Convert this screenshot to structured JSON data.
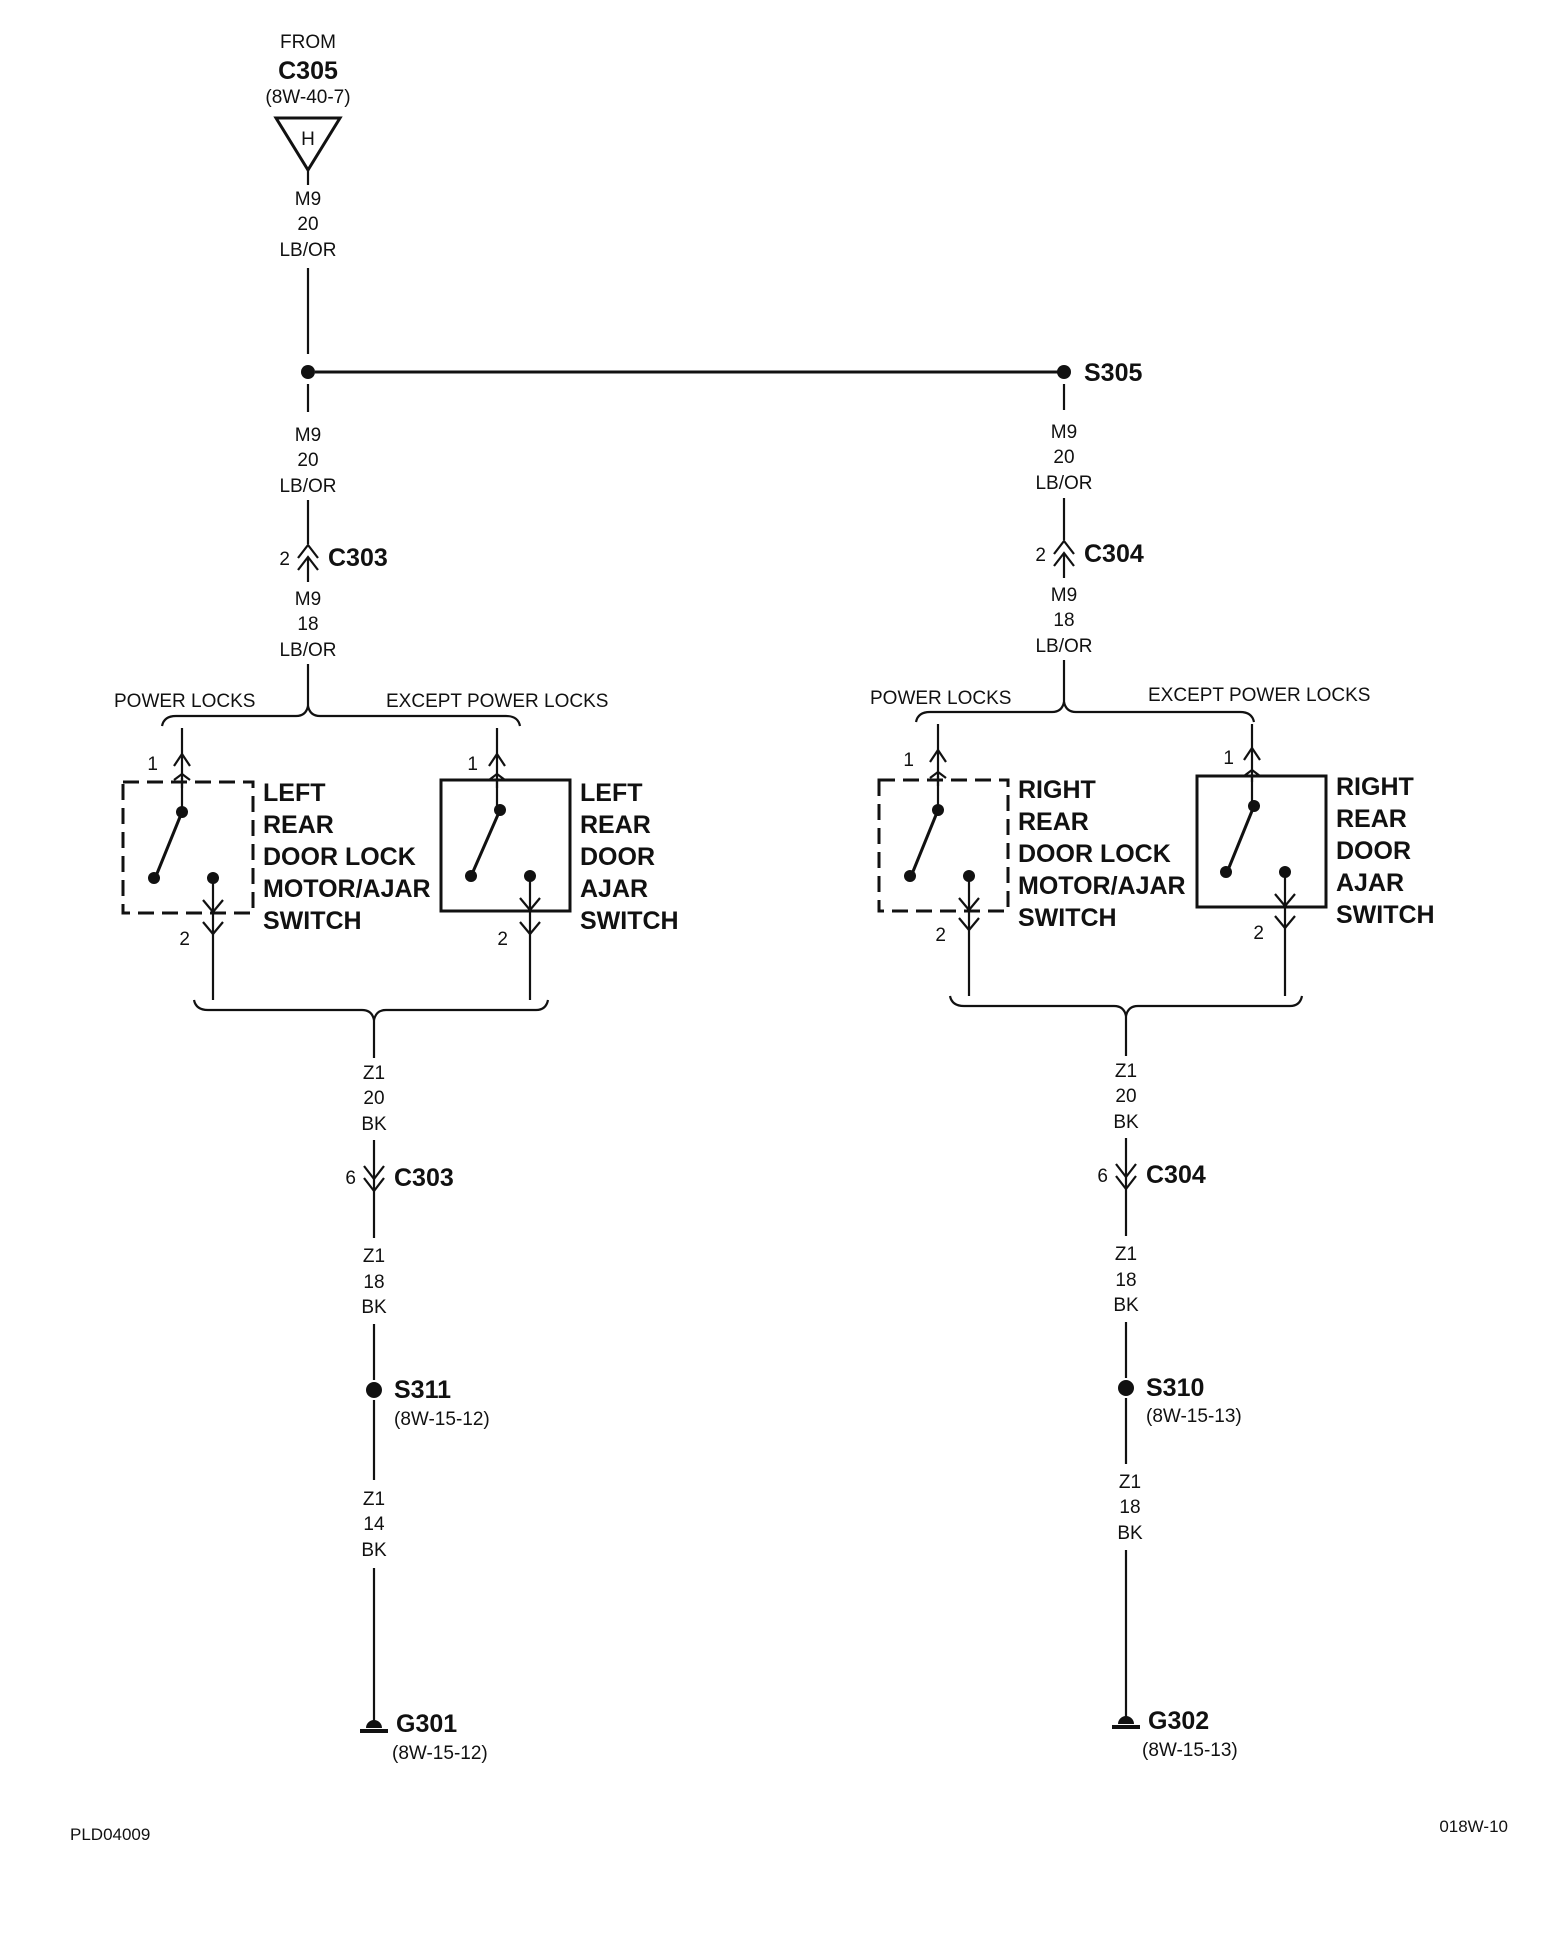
{
  "source": {
    "from_label": "FROM",
    "connector": "C305",
    "ref": "(8W-40-7)",
    "pin": "H"
  },
  "wires": {
    "m9_20": [
      "M9",
      "20",
      "LB/OR"
    ],
    "m9_18": [
      "M9",
      "18",
      "LB/OR"
    ],
    "z1_20": [
      "Z1",
      "20",
      "BK"
    ],
    "z1_18": [
      "Z1",
      "18",
      "BK"
    ],
    "z1_14": [
      "Z1",
      "14",
      "BK"
    ]
  },
  "splice_top": {
    "name": "S305"
  },
  "left": {
    "connector_upper": {
      "name": "C303",
      "pin": "2"
    },
    "option_a": "POWER LOCKS",
    "option_b": "EXCEPT POWER LOCKS",
    "pin_in": "1",
    "pin_out": "2",
    "switch_a_label": [
      "LEFT",
      "REAR",
      "DOOR LOCK",
      "MOTOR/AJAR",
      "SWITCH"
    ],
    "switch_b_label": [
      "LEFT",
      "REAR",
      "DOOR",
      "AJAR",
      "SWITCH"
    ],
    "connector_lower": {
      "name": "C303",
      "pin": "6"
    },
    "splice": {
      "name": "S311",
      "ref": "(8W-15-12)"
    },
    "ground": {
      "name": "G301",
      "ref": "(8W-15-12)"
    }
  },
  "right": {
    "connector_upper": {
      "name": "C304",
      "pin": "2"
    },
    "option_a": "POWER LOCKS",
    "option_b": "EXCEPT POWER LOCKS",
    "pin_in": "1",
    "pin_out": "2",
    "switch_a_label": [
      "RIGHT",
      "REAR",
      "DOOR LOCK",
      "MOTOR/AJAR",
      "SWITCH"
    ],
    "switch_b_label": [
      "RIGHT",
      "REAR",
      "DOOR",
      "AJAR",
      "SWITCH"
    ],
    "connector_lower": {
      "name": "C304",
      "pin": "6"
    },
    "splice": {
      "name": "S310",
      "ref": "(8W-15-13)"
    },
    "ground": {
      "name": "G302",
      "ref": "(8W-15-13)"
    }
  },
  "footer": {
    "left_code": "PLD04009",
    "right_code": "018W-10"
  }
}
